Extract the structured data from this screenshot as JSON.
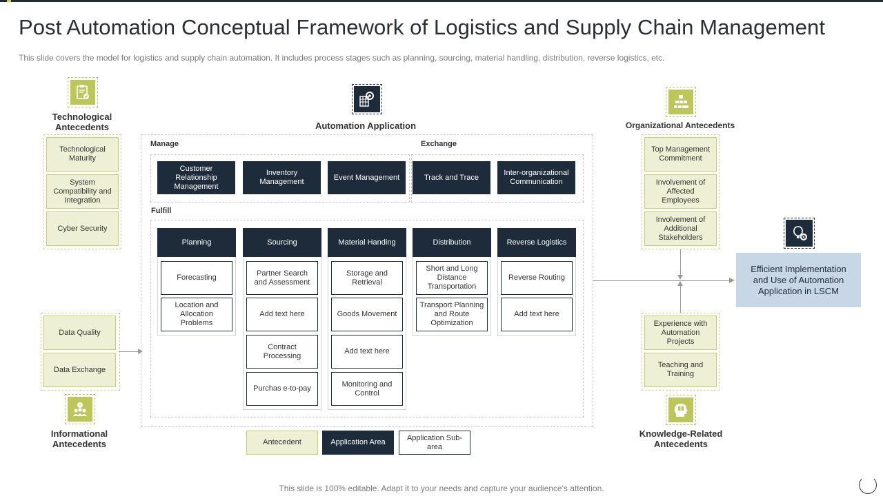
{
  "header": {
    "title": "Post Automation Conceptual Framework of Logistics and Supply Chain Management",
    "subtitle": "This slide covers the model for logistics and supply chain automation. It includes process stages such as planning, sourcing, material handling, distribution, reverse logistics, etc."
  },
  "technological": {
    "heading": "Technological Antecedents",
    "items": [
      "Technological Maturity",
      "System Compatibility and Integration",
      "Cyber Security"
    ],
    "icon": "clipboard-icon"
  },
  "informational": {
    "heading": "Informational Antecedents",
    "items": [
      "Data Quality",
      "Data Exchange"
    ],
    "icon": "people-info-icon"
  },
  "automation": {
    "heading": "Automation Application",
    "icon": "automation-gear-icon",
    "manage_label": "Manage",
    "exchange_label": "Exchange",
    "fulfill_label": "Fulfill",
    "manage_items": [
      "Customer Relationship Management",
      "Inventory Management",
      "Event Management"
    ],
    "exchange_items": [
      "Track and Trace",
      "Inter-organizational Communication"
    ],
    "fulfill_columns": [
      {
        "title": "Planning",
        "items": [
          "Forecasting",
          "Location and Allocation Problems"
        ]
      },
      {
        "title": "Sourcing",
        "items": [
          "Partner Search and Assessment",
          "Add text here",
          "Contract Processing",
          "Purchas e-to-pay"
        ]
      },
      {
        "title": "Material Handing",
        "items": [
          "Storage and Retrieval",
          "Goods Movement",
          "Add text here",
          "Monitoring and Control"
        ]
      },
      {
        "title": "Distribution",
        "items": [
          "Short and Long Distance Transportation",
          "Transport Planning and Route Optimization"
        ]
      },
      {
        "title": "Reverse Logistics",
        "items": [
          "Reverse Routing",
          "Add text here"
        ]
      }
    ]
  },
  "organizational": {
    "heading": "Organizational Antecedents",
    "items": [
      "Top Management Commitment",
      "Involvement of Affected Employees",
      "Involvement of Additional Stakeholders"
    ],
    "icon": "org-chart-icon"
  },
  "knowledge": {
    "heading": "Knowledge-Related Antecedents",
    "items": [
      "Experience with Automation Projects",
      "Teaching and Training"
    ],
    "icon": "head-book-icon"
  },
  "outcome": {
    "text": "Efficient Implementation and Use of Automation Application in LSCM",
    "icon": "idea-gear-icon"
  },
  "legend": {
    "antecedent": "Antecedent",
    "application_area": "Application Area",
    "application_subarea": "Application Sub-area"
  },
  "footer": "This slide is 100% editable. Adapt it to your needs and capture your audience's attention.",
  "colors": {
    "olive": "#bcc65a",
    "olive_light": "#eef0d6",
    "navy": "#1e2b3a",
    "result_blue": "#c7d7e6"
  }
}
